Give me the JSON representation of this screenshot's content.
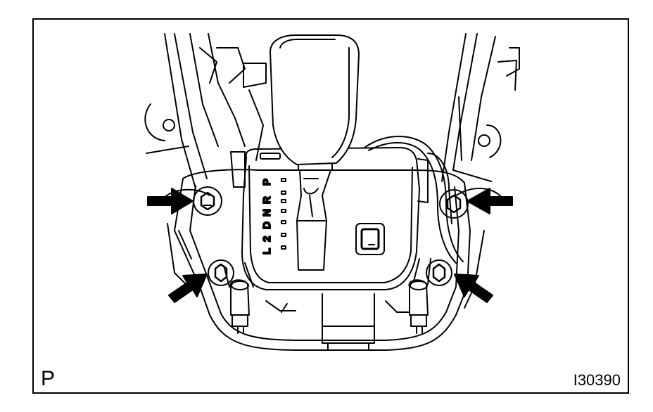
{
  "figure": {
    "corner_label": "P",
    "figure_id": "I30390"
  },
  "shift_gate": {
    "positions": [
      "P",
      "R",
      "N",
      "D",
      "2",
      "L"
    ]
  },
  "colors": {
    "ink": "#000000",
    "paper": "#ffffff"
  },
  "icons": [
    "arrow-icon",
    "nut-icon",
    "shift-knob"
  ]
}
